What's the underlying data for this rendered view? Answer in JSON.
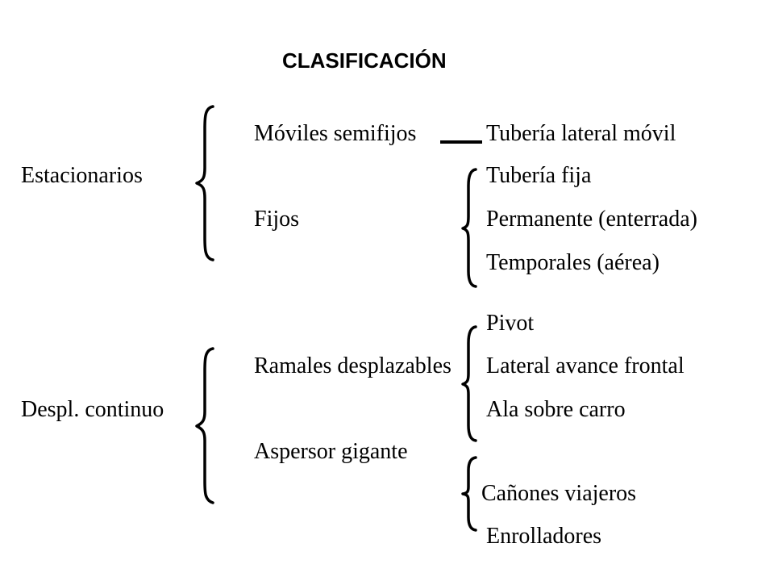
{
  "title": "CLASIFICACIÓN",
  "estacionarios": {
    "label": "Estacionarios",
    "moviles": {
      "label": "Móviles semifijos",
      "item": "Tubería  lateral móvil"
    },
    "fijos": {
      "label": "Fijos",
      "items": [
        "Tubería fija",
        "Permanente (enterrada)",
        "Temporales (aérea)"
      ]
    }
  },
  "despl_continuo": {
    "label": "Despl. continuo",
    "ramales": {
      "label": "Ramales desplazables",
      "items": [
        "Pivot",
        "Lateral avance frontal",
        "Ala sobre carro"
      ]
    },
    "aspersor": {
      "label": "Aspersor gigante",
      "items": [
        "Cañones viajeros",
        "Enrolladores"
      ]
    }
  }
}
